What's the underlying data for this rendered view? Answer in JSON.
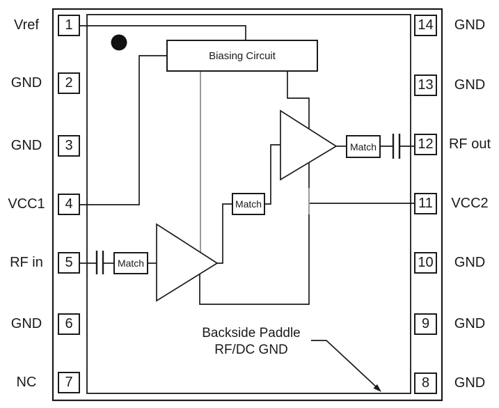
{
  "diagram": {
    "pins": {
      "left": [
        {
          "number": "1",
          "label": "Vref"
        },
        {
          "number": "2",
          "label": "GND"
        },
        {
          "number": "3",
          "label": "GND"
        },
        {
          "number": "4",
          "label": "VCC1"
        },
        {
          "number": "5",
          "label": "RF in"
        },
        {
          "number": "6",
          "label": "GND"
        },
        {
          "number": "7",
          "label": "NC"
        }
      ],
      "right": [
        {
          "number": "14",
          "label": "GND"
        },
        {
          "number": "13",
          "label": "GND"
        },
        {
          "number": "12",
          "label": "RF out"
        },
        {
          "number": "11",
          "label": "VCC2"
        },
        {
          "number": "10",
          "label": "GND"
        },
        {
          "number": "9",
          "label": "GND"
        },
        {
          "number": "8",
          "label": "GND"
        }
      ]
    },
    "blocks": {
      "biasing": "Biasing Circuit",
      "match": "Match"
    },
    "annotation": {
      "line1": "Backside Paddle",
      "line2": "RF/DC GND"
    },
    "colors": {
      "line": "#1a1a1a",
      "bias_line": "#9a9a9a",
      "background": "#ffffff"
    }
  }
}
